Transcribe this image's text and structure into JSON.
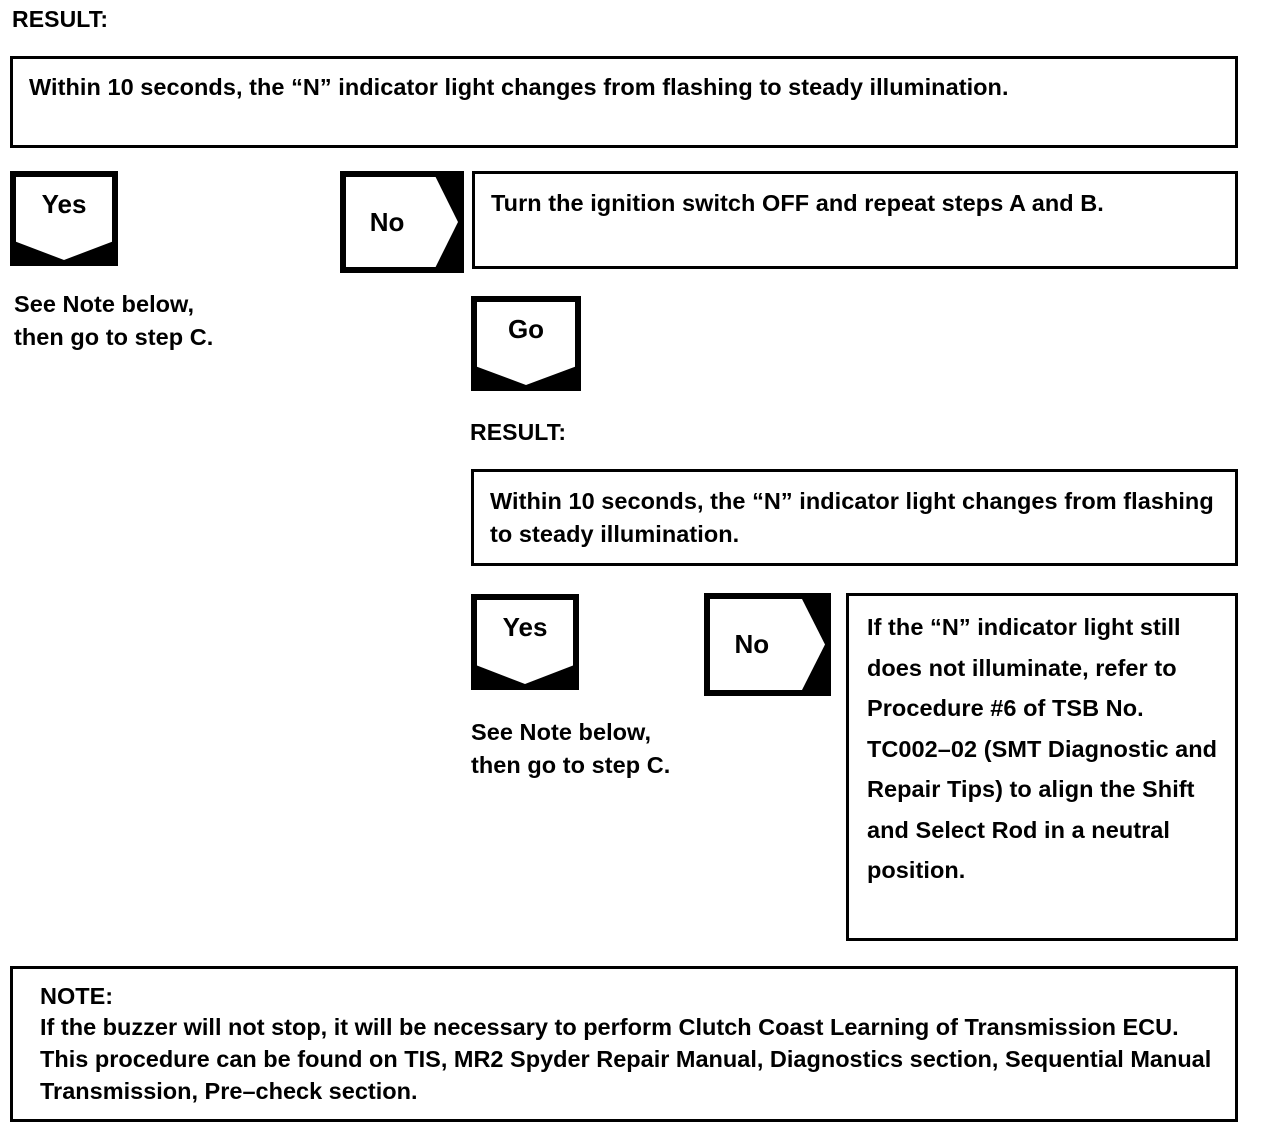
{
  "document": {
    "title": "SMT N-indicator diagnostic flowchart"
  },
  "top_section": {
    "result_heading": "RESULT:",
    "result_box_text": "Within 10 seconds, the “N” indicator light changes from flashing to steady illumination.",
    "yes_branch": {
      "shape_label": "Yes",
      "shape_kind": "pentagon-down",
      "note_text": "See Note below,\nthen go to step C."
    },
    "no_branch": {
      "shape_label": "No",
      "shape_kind": "pentagon-right",
      "action_box_text": "Turn the ignition switch OFF and repeat steps A and B."
    }
  },
  "middle_section": {
    "go_shape_label": "Go",
    "go_shape_kind": "pentagon-down",
    "result_heading": "RESULT:",
    "result_box_text": "Within 10 seconds, the “N” indicator light changes from flashing to steady illumination.",
    "yes_branch": {
      "shape_label": "Yes",
      "shape_kind": "pentagon-down",
      "note_text": "See Note below,\nthen go to step C."
    },
    "no_branch": {
      "shape_label": "No",
      "shape_kind": "pentagon-right",
      "action_box_text": "If the “N” indicator light still does not illuminate, refer to Procedure #6 of TSB No. TC002–02 (SMT Diagnostic and Repair Tips) to align the Shift and Select Rod in a neutral position."
    }
  },
  "note_section": {
    "label": "NOTE:",
    "text": "If the buzzer will not stop, it will be necessary to perform Clutch Coast Learning of Transmission ECU.  This procedure can be found on TIS, MR2 Spyder Repair Manual, Diagnostics section, Sequential Manual Transmission, Pre–check section."
  },
  "colors": {
    "ink": "#000000",
    "paper": "#ffffff"
  }
}
